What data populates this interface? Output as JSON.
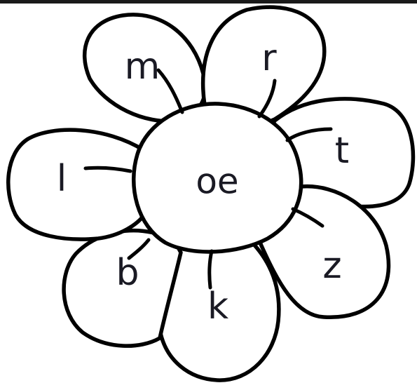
{
  "flower": {
    "center_text": "oe",
    "petals": [
      {
        "id": "m",
        "letter": "m"
      },
      {
        "id": "r",
        "letter": "r"
      },
      {
        "id": "t",
        "letter": "t"
      },
      {
        "id": "z",
        "letter": "z"
      },
      {
        "id": "k",
        "letter": "k"
      },
      {
        "id": "b",
        "letter": "b"
      },
      {
        "id": "l",
        "letter": "l"
      }
    ]
  }
}
